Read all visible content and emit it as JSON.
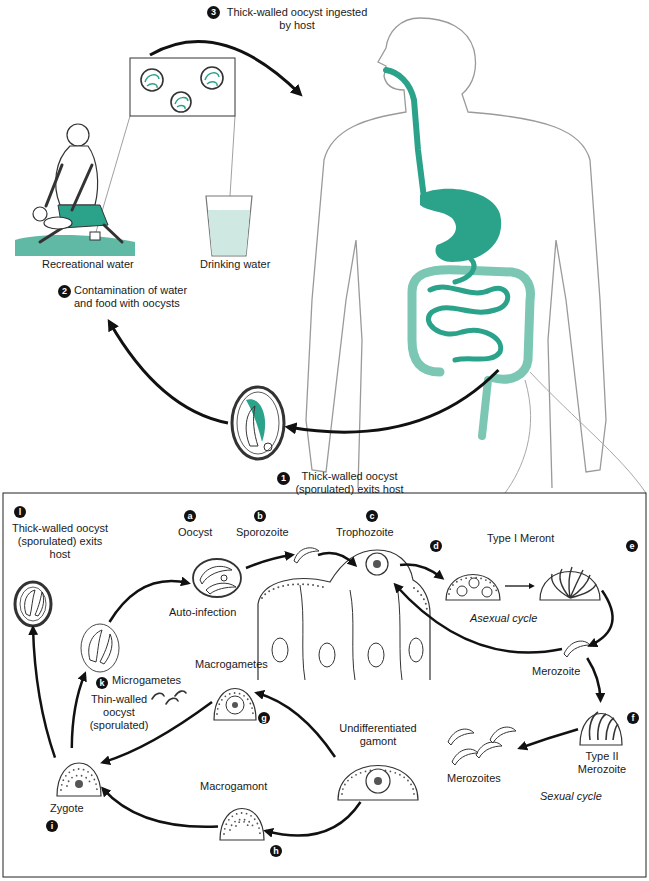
{
  "diagram": {
    "nodes": [
      {
        "text": [
          "Thick-walled oocyst ingested by host"
        ]
      },
      {
        "text": [
          "Recreational water",
          "Drinking water",
          "Contamination of water and food with oocysts"
        ]
      },
      {
        "text": [
          "Thick-walled oocyst (sporulated) exits host"
        ]
      },
      {
        "text": [
          "Thick-walled oocyst (sporulated) exits host"
        ]
      },
      {
        "text": [
          "Oocyst"
        ]
      },
      {
        "text": [
          "Sporozoite"
        ]
      },
      {
        "text": [
          "Trophozoite"
        ]
      },
      {
        "text": [
          "Type I Meront"
        ]
      },
      {
        "text": [
          "Merozoite"
        ]
      },
      {
        "text": [
          "Macrogametes"
        ]
      },
      {
        "text": [
          "Microgametes"
        ]
      },
      {
        "text": [
          "Thin-walled oocyst (sporulated)"
        ]
      },
      {
        "text": [
          "Type II Merozoite"
        ]
      },
      {
        "text": [
          "Undifferentiated gamont"
        ]
      },
      {
        "text": [
          "Merozoites"
        ]
      },
      {
        "text": [
          "Macrogamont"
        ]
      },
      {
        "text": [
          "Zygote"
        ]
      }
    ],
    "edges": [
      {
        "from": 1,
        "to": 0,
        "arrow": "to"
      },
      {
        "from": 0,
        "to": 2,
        "arrow": "to"
      },
      {
        "from": 2,
        "to": 1,
        "arrow": "to"
      },
      {
        "from": 4,
        "to": 5,
        "arrow": "to"
      },
      {
        "from": 5,
        "to": 6,
        "arrow": "to"
      },
      {
        "from": 6,
        "to": 7,
        "arrow": "to"
      },
      {
        "from": 7,
        "to": 8,
        "arrow": "to"
      },
      {
        "from": 8,
        "to": 6,
        "arrow": "to"
      },
      {
        "from": 8,
        "to": 12,
        "arrow": "to"
      },
      {
        "from": 12,
        "to": 14,
        "arrow": "to"
      },
      {
        "from": 13,
        "to": 9,
        "arrow": "to"
      },
      {
        "from": 13,
        "to": 15,
        "arrow": "to"
      },
      {
        "from": 9,
        "to": 16,
        "arrow": "to"
      },
      {
        "from": 15,
        "to": 16,
        "arrow": "to"
      },
      {
        "from": 16,
        "to": 11,
        "arrow": "to"
      },
      {
        "from": 16,
        "to": 3,
        "arrow": "to"
      },
      {
        "from": 11,
        "to": 4,
        "label": "Auto-infection",
        "arrow": "to"
      }
    ],
    "labels": [
      "3",
      "2",
      "1",
      "l",
      "a",
      "b",
      "c",
      "d",
      "e",
      "Asexual cycle",
      "g",
      "k",
      "f",
      "h",
      "Sexual cycle",
      "i"
    ]
  }
}
